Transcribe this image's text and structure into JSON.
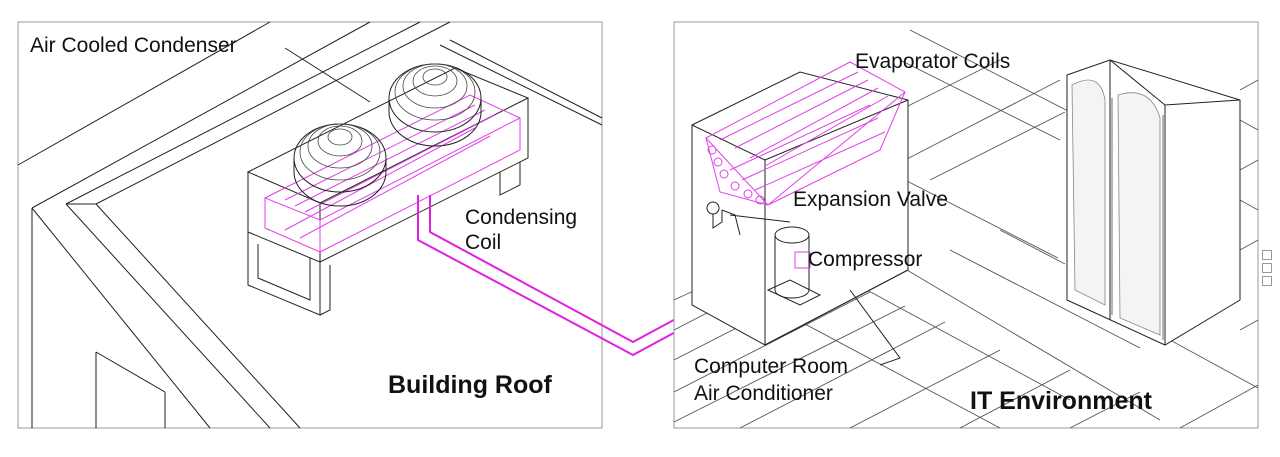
{
  "labels": {
    "air_cooled_condenser": "Air Cooled Condenser",
    "condensing_coil_line1": "Condensing",
    "condensing_coil_line2": "Coil",
    "building_roof": "Building Roof",
    "evaporator_coils": "Evaporator Coils",
    "expansion_valve": "Expansion Valve",
    "compressor": "Compressor",
    "crac_line1": "Computer Room",
    "crac_line2": "Air Conditioner",
    "it_environment": "IT Environment"
  },
  "colors": {
    "refrigerant_line": "#e020e0",
    "coil_highlight": "#e040e8",
    "linework": "#222222",
    "panel_border": "#9a9a9a"
  }
}
